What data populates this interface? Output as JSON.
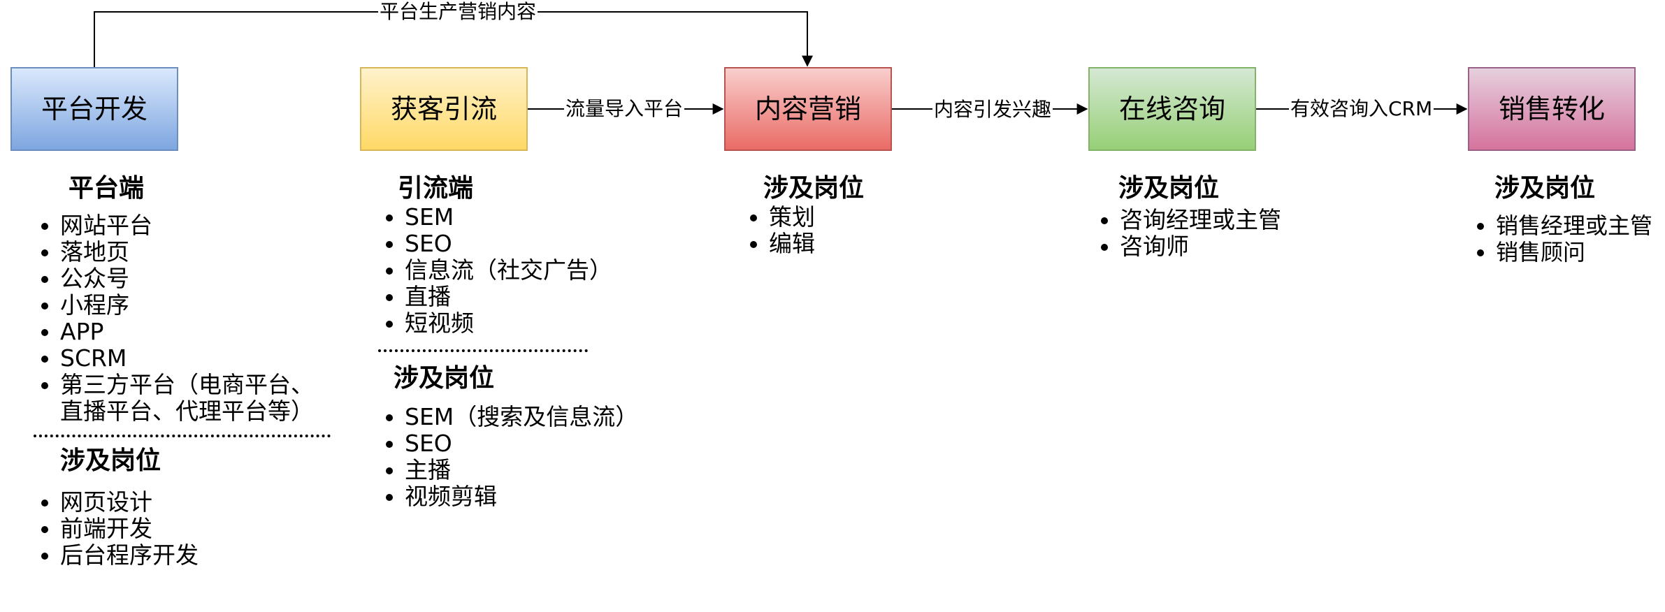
{
  "nodes": {
    "platform": "平台开发",
    "traffic": "获客引流",
    "content": "内容营销",
    "consult": "在线咨询",
    "sales": "销售转化"
  },
  "edges": {
    "platform_to_content": "平台生产营销内容",
    "traffic_to_content": "流量导入平台",
    "content_to_consult": "内容引发兴趣",
    "consult_to_sales": "有效咨询入CRM"
  },
  "platform_col": {
    "heading": "平台端",
    "items": [
      "网站平台",
      "落地页",
      "公众号",
      "小程序",
      "APP",
      "SCRM",
      "第三方平台（电商平台、直播平台、代理平台等）"
    ],
    "roles_heading": "涉及岗位",
    "roles": [
      "网页设计",
      "前端开发",
      "后台程序开发"
    ]
  },
  "traffic_col": {
    "heading": "引流端",
    "items": [
      "SEM",
      "SEO",
      "信息流（社交广告）",
      "直播",
      "短视频"
    ],
    "roles_heading": "涉及岗位",
    "roles": [
      "SEM（搜索及信息流）",
      "SEO",
      "主播",
      "视频剪辑"
    ]
  },
  "content_col": {
    "heading": "涉及岗位",
    "roles": [
      "策划",
      "编辑"
    ]
  },
  "consult_col": {
    "heading": "涉及岗位",
    "roles": [
      "咨询经理或主管",
      "咨询师"
    ]
  },
  "sales_col": {
    "heading": "涉及岗位",
    "roles": [
      "销售经理或主管",
      "销售顾问"
    ]
  }
}
